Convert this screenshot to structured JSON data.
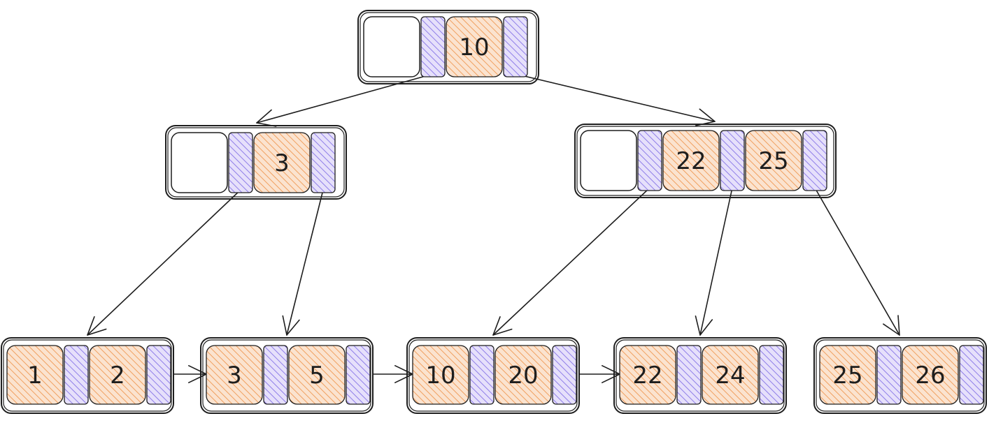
{
  "diagram": {
    "colors": {
      "stroke": "#1e1e1e",
      "key_fill": "#f4a261",
      "pointer_fill": "#9d8cf0",
      "background": "#ffffff"
    },
    "nodes": [
      {
        "id": "root",
        "level": 0,
        "leading_empty": true,
        "keys": [
          "10"
        ]
      },
      {
        "id": "internal-left",
        "level": 1,
        "leading_empty": true,
        "keys": [
          "3"
        ]
      },
      {
        "id": "internal-right",
        "level": 1,
        "leading_empty": true,
        "keys": [
          "22",
          "25"
        ]
      },
      {
        "id": "leaf-1",
        "level": 2,
        "leading_empty": false,
        "keys": [
          "1",
          "2"
        ]
      },
      {
        "id": "leaf-2",
        "level": 2,
        "leading_empty": false,
        "keys": [
          "3",
          "5"
        ]
      },
      {
        "id": "leaf-3",
        "level": 2,
        "leading_empty": false,
        "keys": [
          "10",
          "20"
        ]
      },
      {
        "id": "leaf-4",
        "level": 2,
        "leading_empty": false,
        "keys": [
          "22",
          "24"
        ]
      },
      {
        "id": "leaf-5",
        "level": 2,
        "leading_empty": false,
        "keys": [
          "25",
          "26"
        ]
      }
    ],
    "edges": [
      {
        "from": "root",
        "pointer": 0,
        "to": "internal-left"
      },
      {
        "from": "root",
        "pointer": 1,
        "to": "internal-right"
      },
      {
        "from": "internal-left",
        "pointer": 0,
        "to": "leaf-1"
      },
      {
        "from": "internal-left",
        "pointer": 1,
        "to": "leaf-2"
      },
      {
        "from": "internal-right",
        "pointer": 0,
        "to": "leaf-3"
      },
      {
        "from": "internal-right",
        "pointer": 1,
        "to": "leaf-4"
      },
      {
        "from": "internal-right",
        "pointer": 2,
        "to": "leaf-5"
      }
    ],
    "leaf_links": [
      {
        "from": "leaf-1",
        "to": "leaf-2"
      },
      {
        "from": "leaf-2",
        "to": "leaf-3"
      },
      {
        "from": "leaf-3",
        "to": "leaf-4"
      }
    ]
  }
}
